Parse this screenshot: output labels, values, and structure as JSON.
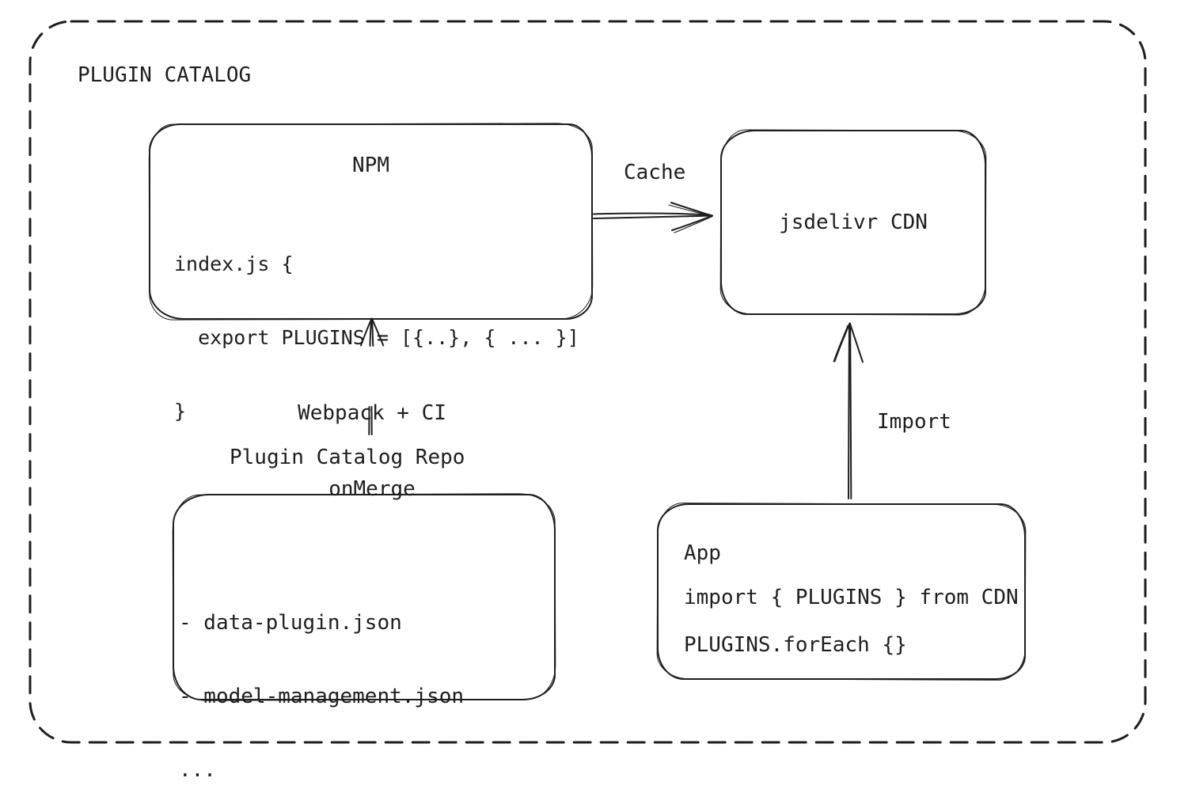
{
  "title": "PLUGIN CATALOG",
  "colors": {
    "ink": "#1e1e1e",
    "background": "#ffffff"
  },
  "nodes": {
    "npm": {
      "title": "NPM",
      "code": [
        "index.js {",
        "  export PLUGINS = [{..}, { ... }]",
        "}"
      ]
    },
    "cdn": {
      "title": "jsdelivr CDN"
    },
    "repo": {
      "title": "Plugin Catalog Repo",
      "files": [
        "- data-plugin.json",
        "- model-management.json",
        "..."
      ]
    },
    "app": {
      "title": "App",
      "code": [
        "import { PLUGINS } from CDN",
        "PLUGINS.forEach {}"
      ]
    }
  },
  "edges": {
    "cache": {
      "label": "Cache",
      "from": "npm",
      "to": "cdn"
    },
    "webpack": {
      "label": "Webpack + CI",
      "sublabel": "onMerge",
      "from": "repo",
      "to": "npm"
    },
    "import": {
      "label": "Import",
      "from": "app",
      "to": "cdn"
    }
  }
}
